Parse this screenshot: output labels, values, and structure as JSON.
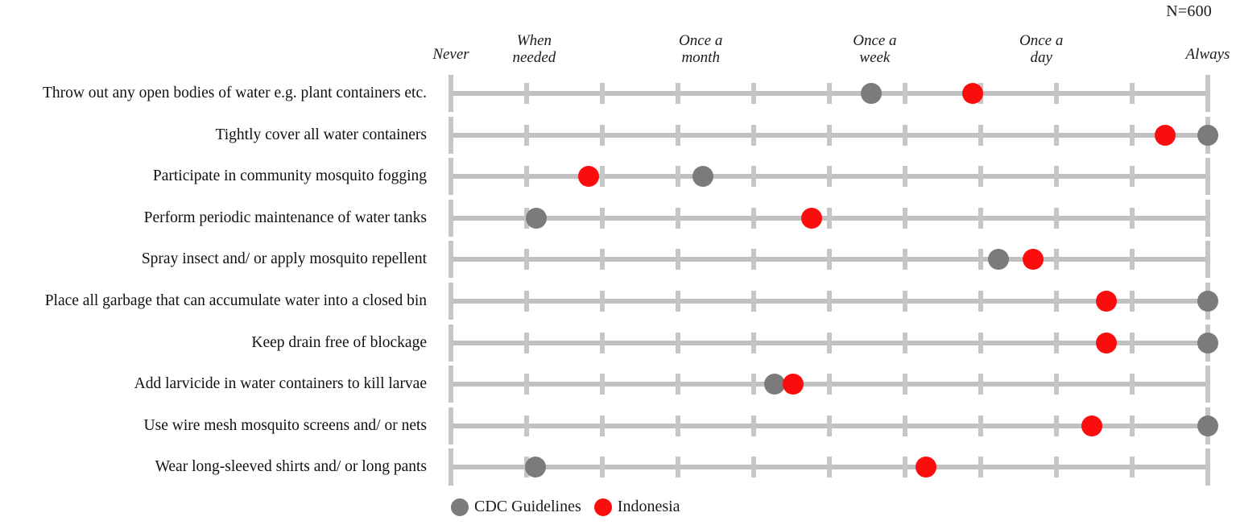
{
  "annotation": {
    "sample_size": "N=600"
  },
  "chart_data": {
    "type": "scatter",
    "title": "",
    "subtitle": "",
    "xlabel": "",
    "ylabel": "",
    "grid": true,
    "legend_position": "bottom-left",
    "xlim": [
      0,
      10
    ],
    "axis_tick_count": 11,
    "x_tick_labels": [
      {
        "label": "Never",
        "value": 0.0
      },
      {
        "label": "When\nneeded",
        "value": 1.1
      },
      {
        "label": "Once a\nmonth",
        "value": 3.3
      },
      {
        "label": "Once  a\nweek",
        "value": 5.6
      },
      {
        "label": "Once a\nday",
        "value": 7.8
      },
      {
        "label": "Always",
        "value": 10.0
      }
    ],
    "categories": [
      "Throw out any open bodies of water e.g. plant containers etc.",
      "Tightly cover all water containers",
      "Participate in community mosquito fogging",
      "Perform periodic maintenance of water tanks",
      "Spray insect and/ or apply mosquito repellent",
      "Place all garbage that can accumulate water into a closed bin",
      "Keep drain free of blockage",
      "Add larvicide in water containers to kill larvae",
      "Use wire mesh mosquito screens and/ or nets",
      "Wear long-sleeved shirts and/ or long pants"
    ],
    "series": [
      {
        "name": "CDC Guidelines",
        "color": "#7b7b7b",
        "values": [
          5.55,
          10.0,
          3.33,
          1.13,
          7.23,
          10.0,
          10.0,
          4.28,
          10.0,
          1.12
        ]
      },
      {
        "name": "Indonesia",
        "color": "#fc0d0d",
        "values": [
          6.89,
          9.44,
          1.82,
          4.77,
          7.69,
          8.66,
          8.66,
          4.52,
          8.47,
          6.28
        ]
      }
    ]
  },
  "legend": {
    "items": [
      {
        "label": "CDC Guidelines",
        "color": "#7b7b7b",
        "key": "cdc"
      },
      {
        "label": "Indonesia",
        "color": "#fc0d0d",
        "key": "idn"
      }
    ]
  }
}
